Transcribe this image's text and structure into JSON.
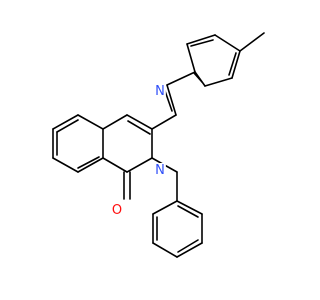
{
  "molecule": {
    "atoms": {
      "nitrogen_top": "N",
      "nitrogen_bottom": "N",
      "oxygen": "O"
    },
    "colors": {
      "bond": "#000000",
      "nitrogen": "#3050F8",
      "oxygen": "#FF0D0D"
    }
  }
}
